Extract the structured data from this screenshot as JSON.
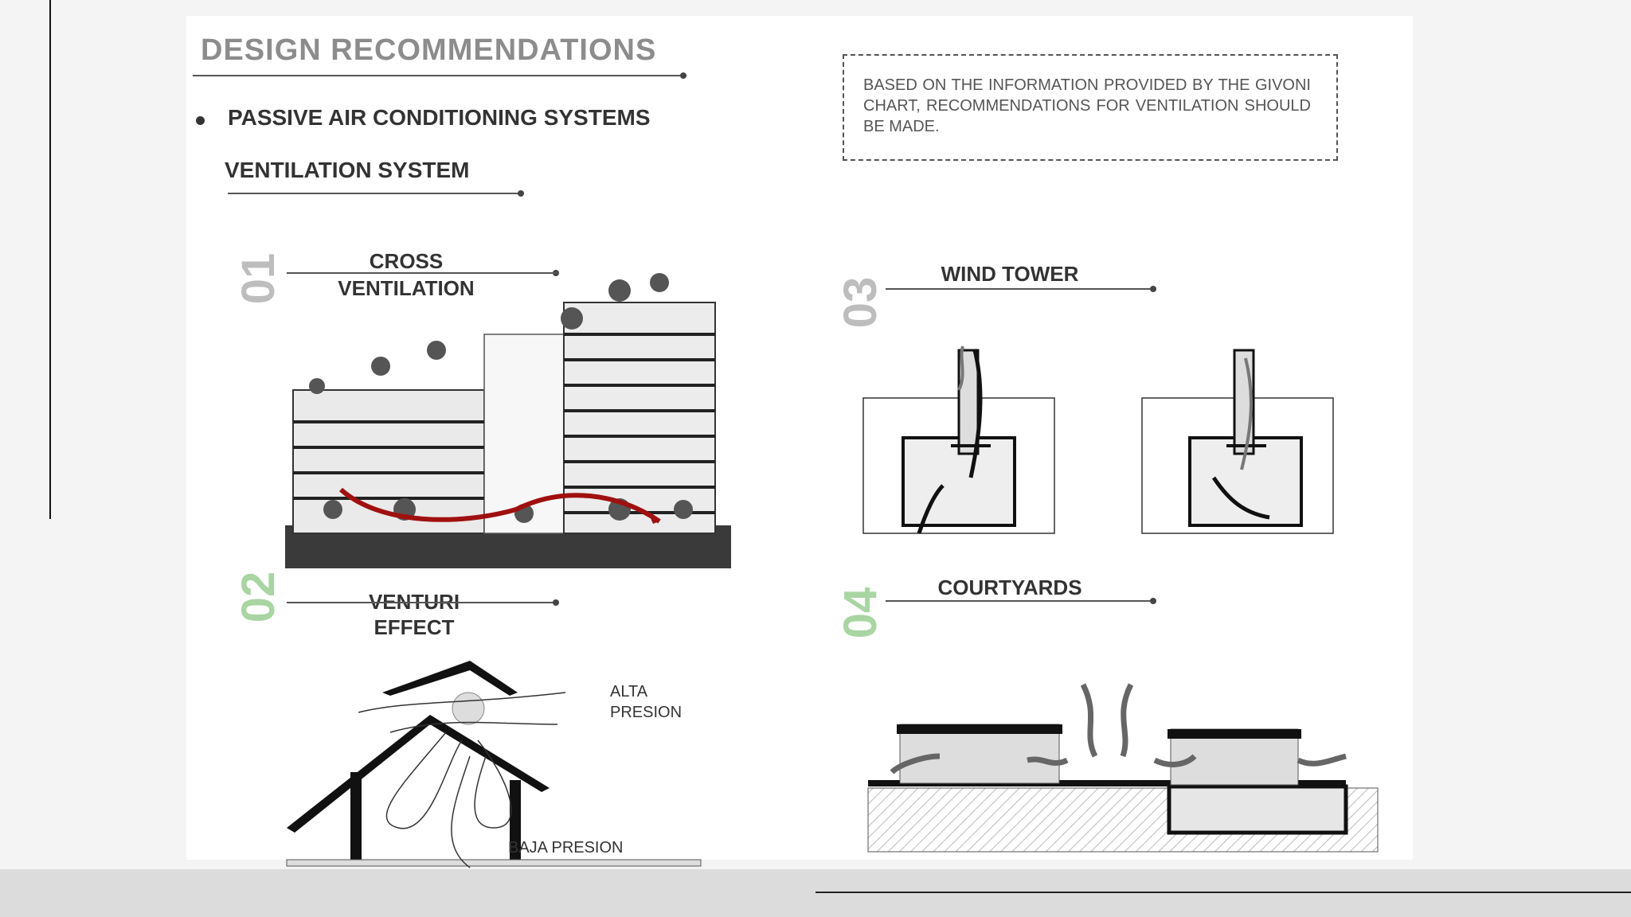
{
  "header": {
    "title": "DESIGN RECOMMENDATIONS",
    "subtitle": "PASSIVE AIR CONDITIONING SYSTEMS",
    "section": "VENTILATION SYSTEM"
  },
  "note": {
    "text": "BASED ON THE INFORMATION PROVIDED BY THE GIVONI CHART, RECOMMENDATIONS FOR VENTILATION SHOULD BE MADE."
  },
  "sections": [
    {
      "number": "01",
      "title_line1": "CROSS",
      "title_line2": "VENTILATION"
    },
    {
      "number": "02",
      "title_line1": "VENTURI",
      "title_line2": "EFFECT",
      "label_high": "ALTA",
      "label_high2": "PRESION",
      "label_low": "BAJA PRESION"
    },
    {
      "number": "03",
      "title_line1": "WIND TOWER"
    },
    {
      "number": "04",
      "title_line1": "COURTYARDS"
    }
  ],
  "colors": {
    "heading_gray": "#8c8c8c",
    "number_gray": "#bdbdbd",
    "number_green": "#a8d5a2",
    "arrow_red": "#a01010"
  },
  "icons": [
    "bullet-icon"
  ]
}
